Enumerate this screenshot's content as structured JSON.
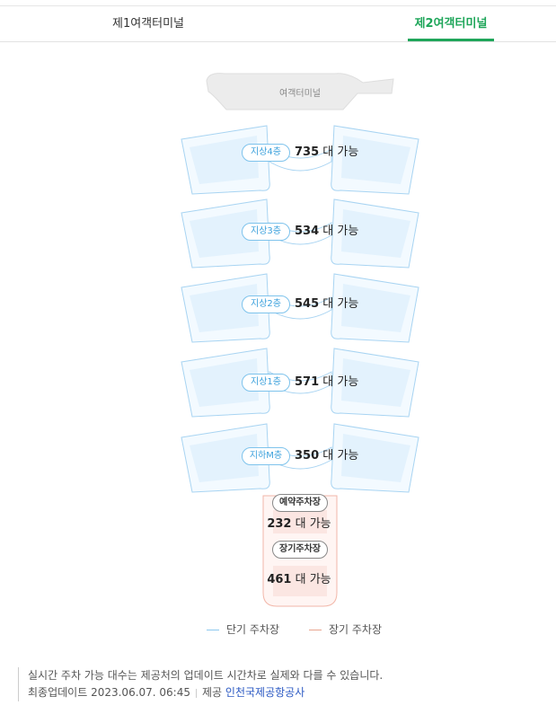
{
  "tabs": [
    {
      "label": "제1여객터미널",
      "active": false
    },
    {
      "label": "제2여객터미널",
      "active": true
    }
  ],
  "terminal_label": "여객터미널",
  "floors": [
    {
      "name": "지상4층",
      "count": "735",
      "unit": "대 가능"
    },
    {
      "name": "지상3층",
      "count": "534",
      "unit": "대 가능"
    },
    {
      "name": "지상2층",
      "count": "545",
      "unit": "대 가능"
    },
    {
      "name": "지상1층",
      "count": "571",
      "unit": "대 가능"
    },
    {
      "name": "지하M층",
      "count": "350",
      "unit": "대 가능"
    }
  ],
  "long_term": [
    {
      "name": "예약주차장",
      "count": "232",
      "unit": "대 가능"
    },
    {
      "name": "장기주차장",
      "count": "461",
      "unit": "대 가능"
    }
  ],
  "legend": {
    "short": {
      "label": "단기 주차장",
      "color": "#8cc8ef"
    },
    "long": {
      "label": "장기 주차장",
      "color": "#e8a58f"
    }
  },
  "notice": {
    "text": "실시간 주차 가능 대수는 제공처의 업데이트 시간차로 실제와 다를 수 있습니다.",
    "updated_label": "최종업데이트",
    "updated_value": "2023.06.07. 06:45",
    "provider_label": "제공",
    "provider_name": "인천국제공항공사"
  }
}
